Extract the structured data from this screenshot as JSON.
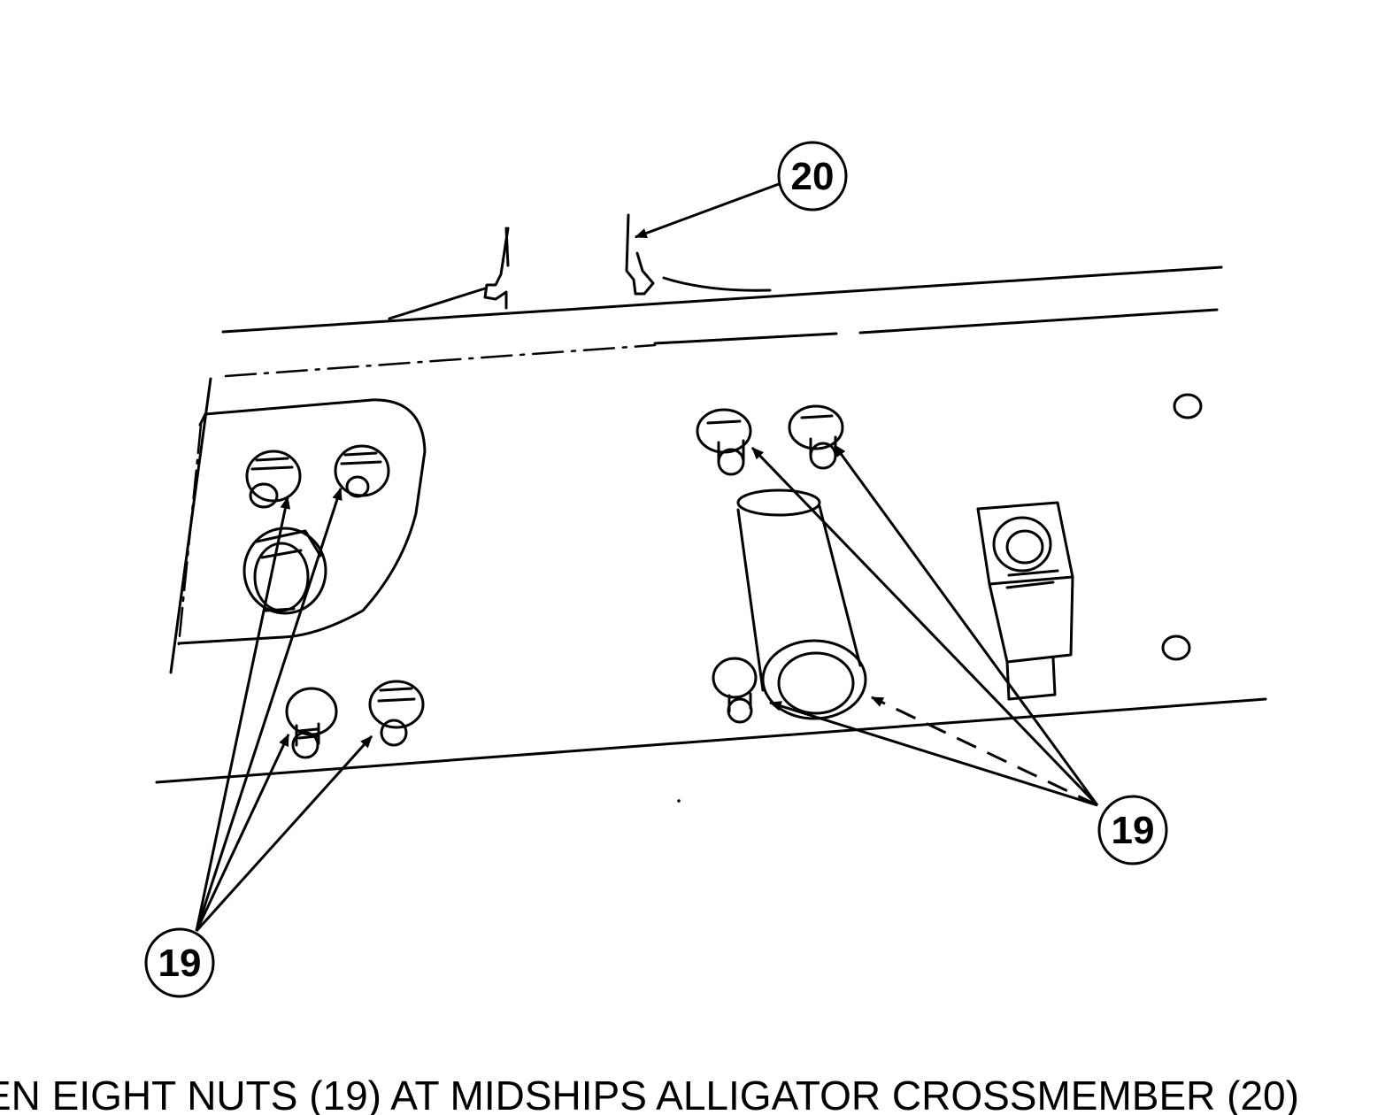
{
  "callouts": {
    "top": "20",
    "right": "19",
    "left": "19"
  },
  "caption": "EN EIGHT NUTS (19) AT MIDSHIPS ALLIGATOR CROSSMEMBER (20)"
}
